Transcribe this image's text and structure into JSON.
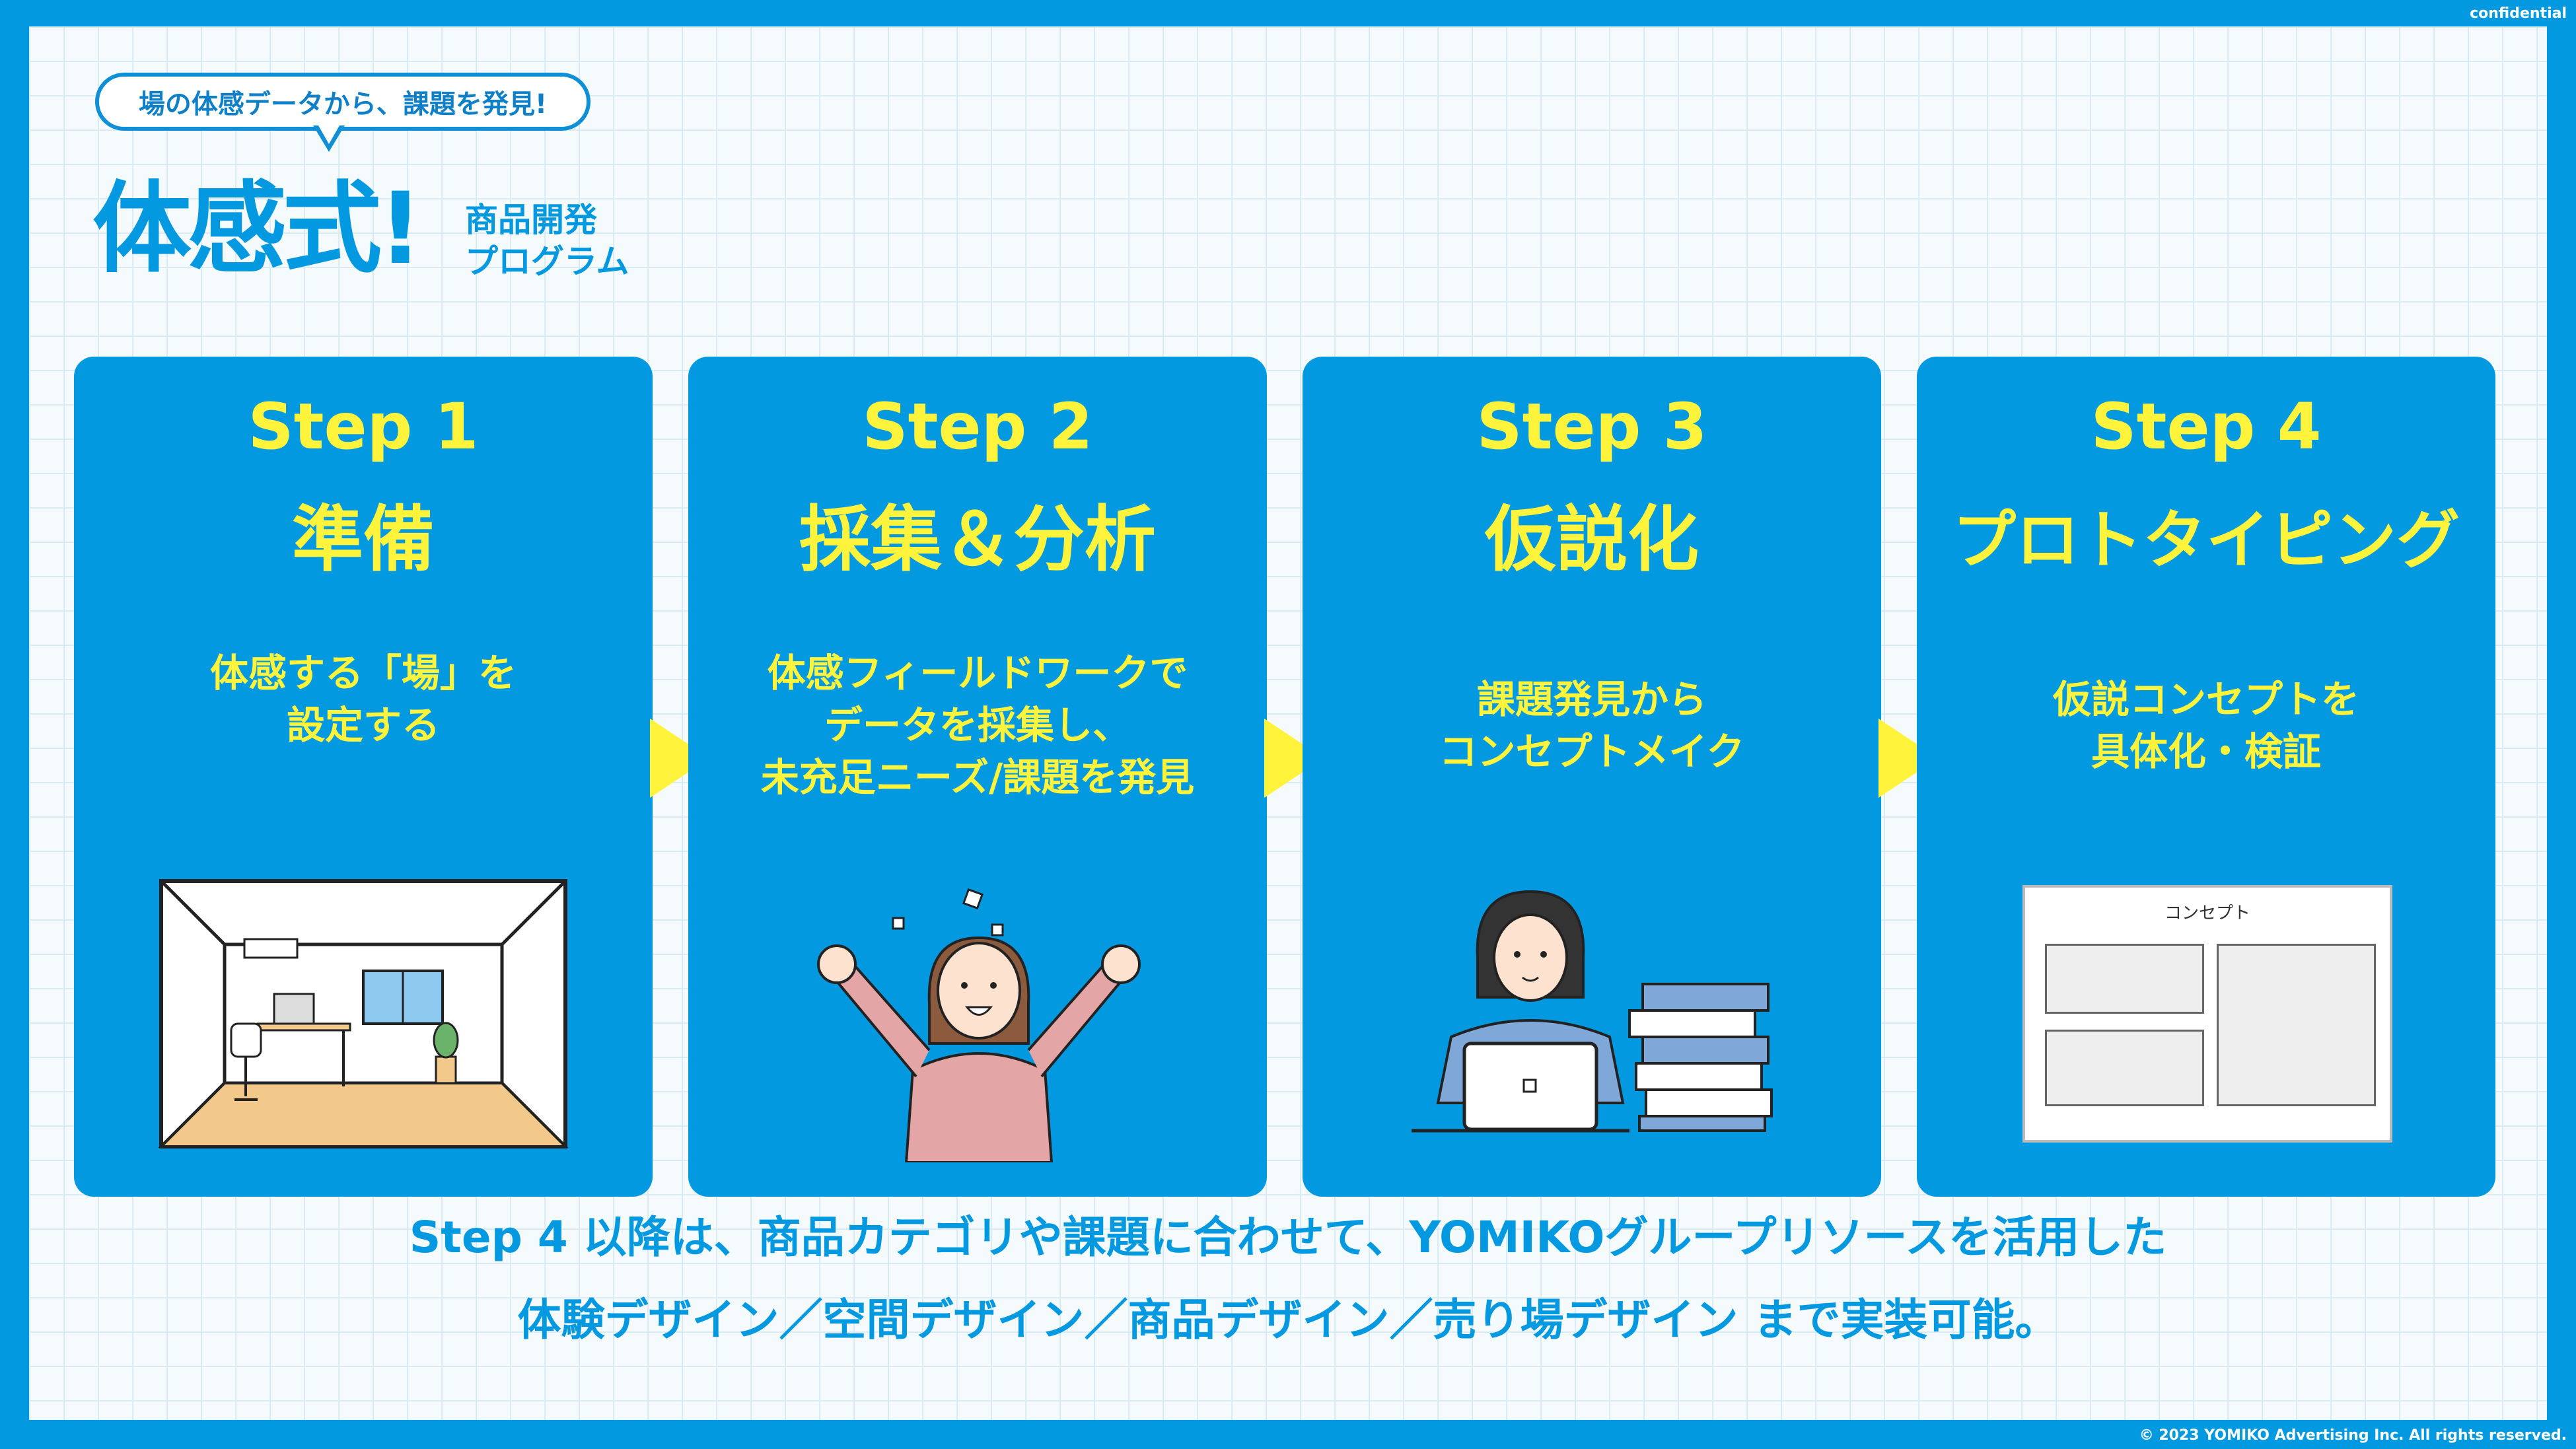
{
  "confidential": "confidential",
  "copyright": "© 2023 YOMIKO Advertising Inc. All rights reserved.",
  "logo": {
    "bubble": "場の体感データから、課題を発見!",
    "main": "体感式!",
    "sub1": "商品開発",
    "sub2": "プログラム"
  },
  "steps": [
    {
      "step": "Step 1",
      "title": "準備",
      "desc": [
        "体感する「場」を",
        "設定する"
      ]
    },
    {
      "step": "Step 2",
      "title": "採集＆分析",
      "desc": [
        "体感フィールドワークで",
        "データを採集し、",
        "未充足ニーズ/課題を発見"
      ]
    },
    {
      "step": "Step 3",
      "title": "仮説化",
      "desc": [
        "課題発見から",
        "コンセプトメイク"
      ]
    },
    {
      "step": "Step 4",
      "title": "プロトタイピング",
      "desc": [
        "仮説コンセプトを",
        "具体化・検証"
      ],
      "concept_label": "コンセプト"
    }
  ],
  "footer": {
    "line1": "Step 4 以降は、商品カテゴリや課題に合わせて、YOMIKOグループリソースを活用した",
    "line2": "体験デザイン／空間デザイン／商品デザイン／売り場デザイン まで実装可能。"
  },
  "colors": {
    "brand_blue": "#0399e0",
    "accent_yellow": "#fff33c"
  }
}
